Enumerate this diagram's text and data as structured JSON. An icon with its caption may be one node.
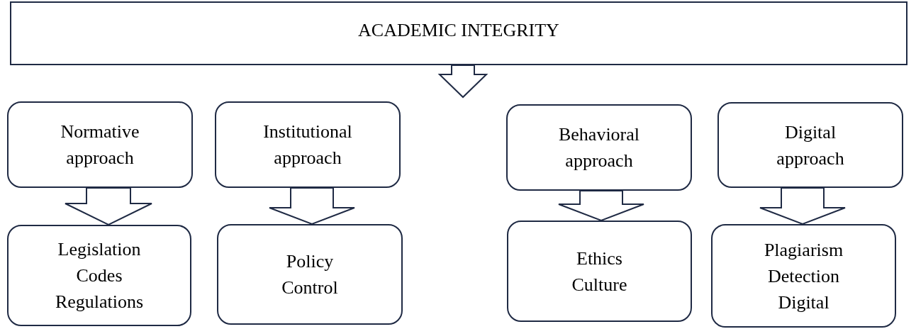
{
  "diagram": {
    "nodes": [
      {
        "text": [
          "ACADEMIC INTEGRITY"
        ]
      },
      {
        "text": [
          "Normative approach"
        ]
      },
      {
        "text": [
          "Institutional approach"
        ]
      },
      {
        "text": [
          "Behavioral approach"
        ]
      },
      {
        "text": [
          "Digital approach"
        ]
      },
      {
        "text": [
          "Legislation Codes Regulations"
        ]
      },
      {
        "text": [
          "Policy Control"
        ]
      },
      {
        "text": [
          "Ethics Culture"
        ]
      },
      {
        "text": [
          "Plagiarism Detection Digital"
        ]
      }
    ],
    "edges": [
      {
        "from": 0,
        "to": null,
        "arrow": "to"
      },
      {
        "from": 1,
        "to": 5,
        "arrow": "to"
      },
      {
        "from": 2,
        "to": 6,
        "arrow": "to"
      },
      {
        "from": 3,
        "to": 7,
        "arrow": "to"
      },
      {
        "from": 4,
        "to": 8,
        "arrow": "to"
      }
    ]
  }
}
